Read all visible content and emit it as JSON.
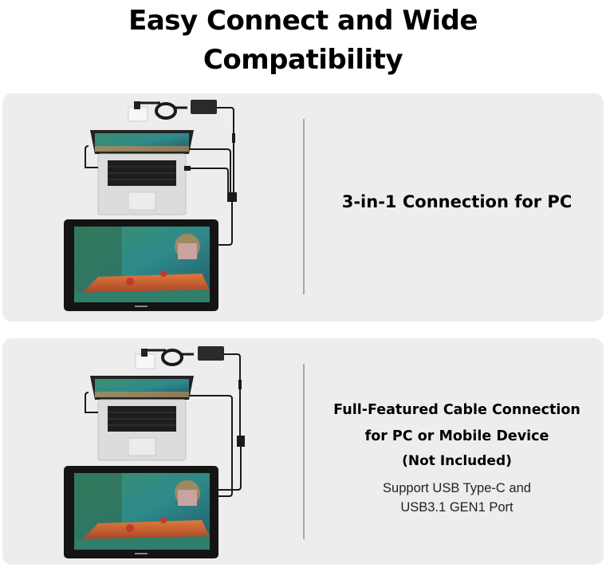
{
  "header": {
    "title_line1": "Easy Connect and Wide",
    "title_line2": "Compatibility"
  },
  "panels": [
    {
      "heading": "3-in-1 Connection for PC",
      "illustration": "laptop-and-pen-display-3in1-cable-diagram"
    },
    {
      "heading_line1": "Full-Featured Cable Connection",
      "heading_line2": "for PC or Mobile Device",
      "heading_line3": "(Not Included)",
      "desc_line1": "Support USB Type-C and",
      "desc_line2": "USB3.1 GEN1 Port",
      "illustration": "laptop-and-pen-display-usbc-cable-diagram"
    }
  ],
  "colors": {
    "panel_bg": "#ededed",
    "divider": "#a8a8a8",
    "cable": "#1a1a1a",
    "screen_teal": "#2f8a8a"
  }
}
